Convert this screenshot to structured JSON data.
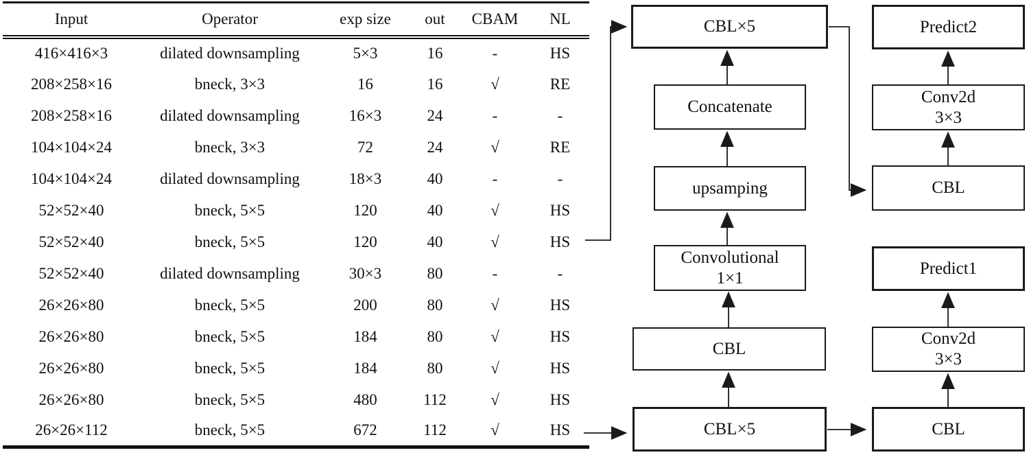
{
  "table": {
    "columns": [
      "Input",
      "Operator",
      "exp size",
      "out",
      "CBAM",
      "NL"
    ],
    "rows": [
      [
        "416×416×3",
        "dilated downsampling",
        "5×3",
        "16",
        "-",
        "HS"
      ],
      [
        "208×258×16",
        "bneck, 3×3",
        "16",
        "16",
        "√",
        "RE"
      ],
      [
        "208×258×16",
        "dilated downsampling",
        "16×3",
        "24",
        "-",
        "-"
      ],
      [
        "104×104×24",
        "bneck, 3×3",
        "72",
        "24",
        "√",
        "RE"
      ],
      [
        "104×104×24",
        "dilated downsampling",
        "18×3",
        "40",
        "-",
        "-"
      ],
      [
        "52×52×40",
        "bneck, 5×5",
        "120",
        "40",
        "√",
        "HS"
      ],
      [
        "52×52×40",
        "bneck, 5×5",
        "120",
        "40",
        "√",
        "HS"
      ],
      [
        "52×52×40",
        "dilated downsampling",
        "30×3",
        "80",
        "-",
        "-"
      ],
      [
        "26×26×80",
        "bneck, 5×5",
        "200",
        "80",
        "√",
        "HS"
      ],
      [
        "26×26×80",
        "bneck, 5×5",
        "184",
        "80",
        "√",
        "HS"
      ],
      [
        "26×26×80",
        "bneck, 5×5",
        "184",
        "80",
        "√",
        "HS"
      ],
      [
        "26×26×80",
        "bneck, 5×5",
        "480",
        "112",
        "√",
        "HS"
      ],
      [
        "26×26×112",
        "bneck, 5×5",
        "672",
        "112",
        "√",
        "HS"
      ]
    ],
    "checkmark_symbol": "√",
    "dash_symbol": "-"
  },
  "diagram": {
    "nodes": {
      "cbl5_top": {
        "label": "CBL×5"
      },
      "predict2": {
        "label": "Predict2"
      },
      "concatenate": {
        "label": "Concatenate"
      },
      "conv2d_top": {
        "label": "Conv2d",
        "label2": "3×3"
      },
      "upsamping": {
        "label": "upsamping"
      },
      "cbl_right_top": {
        "label": "CBL"
      },
      "convolutional": {
        "label": "Convolutional",
        "label2": "1×1"
      },
      "predict1": {
        "label": "Predict1"
      },
      "cbl_left": {
        "label": "CBL"
      },
      "conv2d_bottom": {
        "label": "Conv2d",
        "label2": "3×3"
      },
      "cbl5_bottom": {
        "label": "CBL×5"
      },
      "cbl_right_bottom": {
        "label": "CBL"
      }
    }
  },
  "colors": {
    "ink": "#111111",
    "background": "#ffffff"
  }
}
